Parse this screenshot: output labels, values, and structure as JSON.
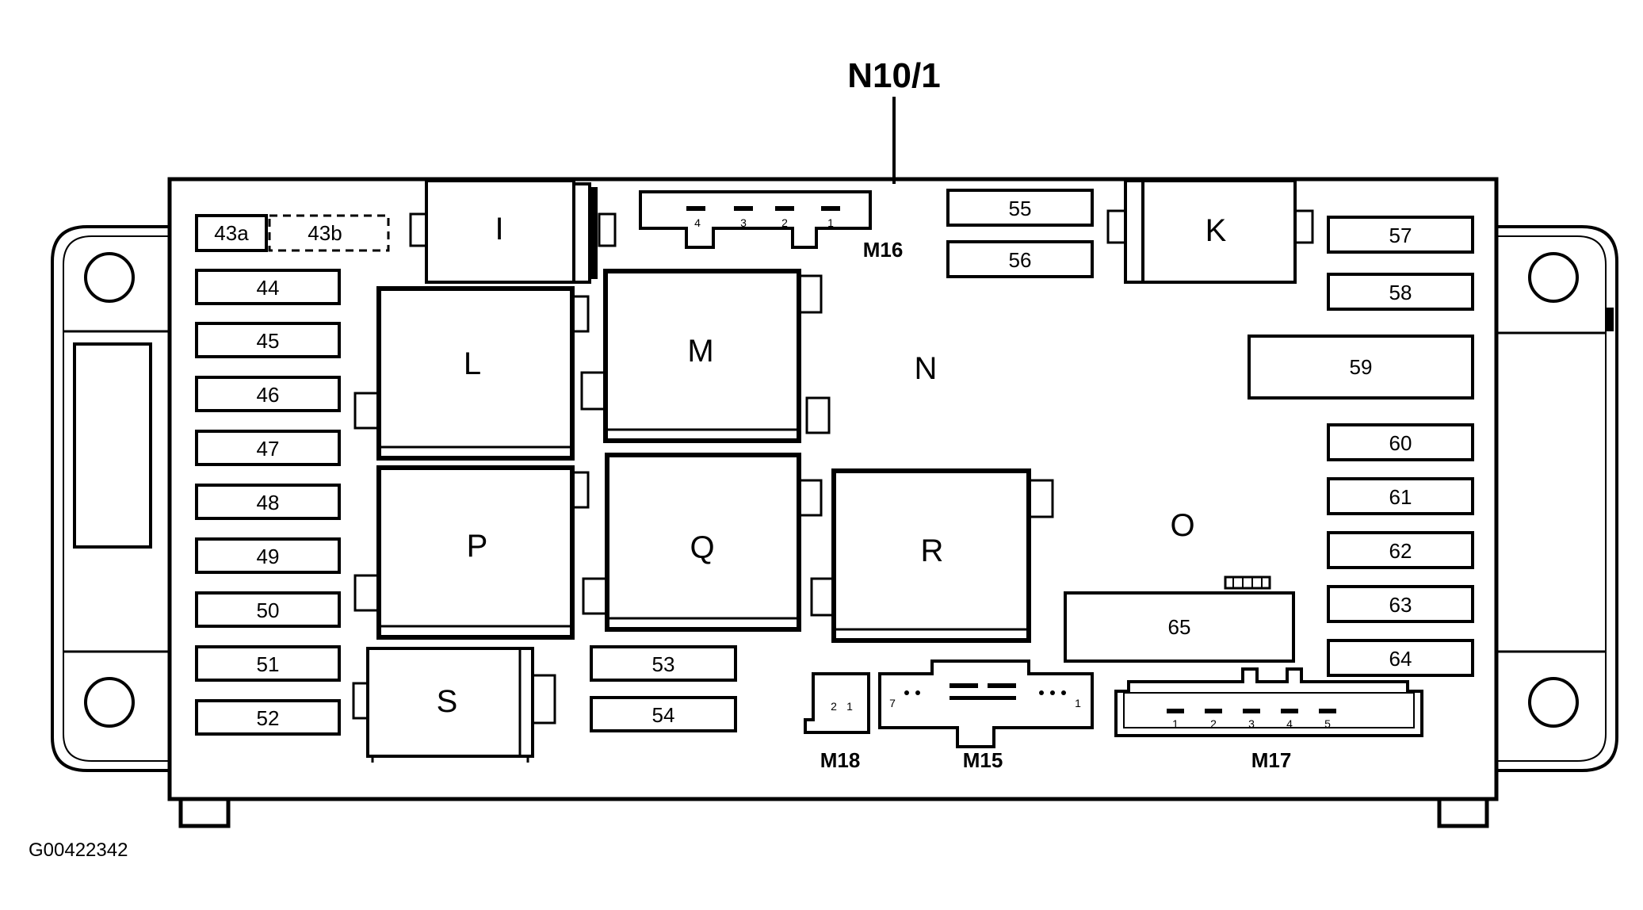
{
  "title": "N10/1",
  "figure_id": "G00422342",
  "fuses": {
    "f43a": "43a",
    "f43b": "43b",
    "f44": "44",
    "f45": "45",
    "f46": "46",
    "f47": "47",
    "f48": "48",
    "f49": "49",
    "f50": "50",
    "f51": "51",
    "f52": "52",
    "f53": "53",
    "f54": "54",
    "f55": "55",
    "f56": "56",
    "f57": "57",
    "f58": "58",
    "f59": "59",
    "f60": "60",
    "f61": "61",
    "f62": "62",
    "f63": "63",
    "f64": "64",
    "f65": "65"
  },
  "relays": {
    "I": "I",
    "K": "K",
    "L": "L",
    "M": "M",
    "P": "P",
    "Q": "Q",
    "R": "R",
    "S": "S"
  },
  "areas": {
    "N": "N",
    "O": "O"
  },
  "connectors": {
    "M15": "M15",
    "M16": "M16",
    "M17": "M17",
    "M18": "M18",
    "m16_pins": [
      "4",
      "3",
      "2",
      "1"
    ],
    "m17_pins": [
      "1",
      "2",
      "3",
      "4",
      "5"
    ],
    "m18_pins": [
      "2",
      "1"
    ],
    "m15_pins": [
      "7",
      "1"
    ]
  }
}
